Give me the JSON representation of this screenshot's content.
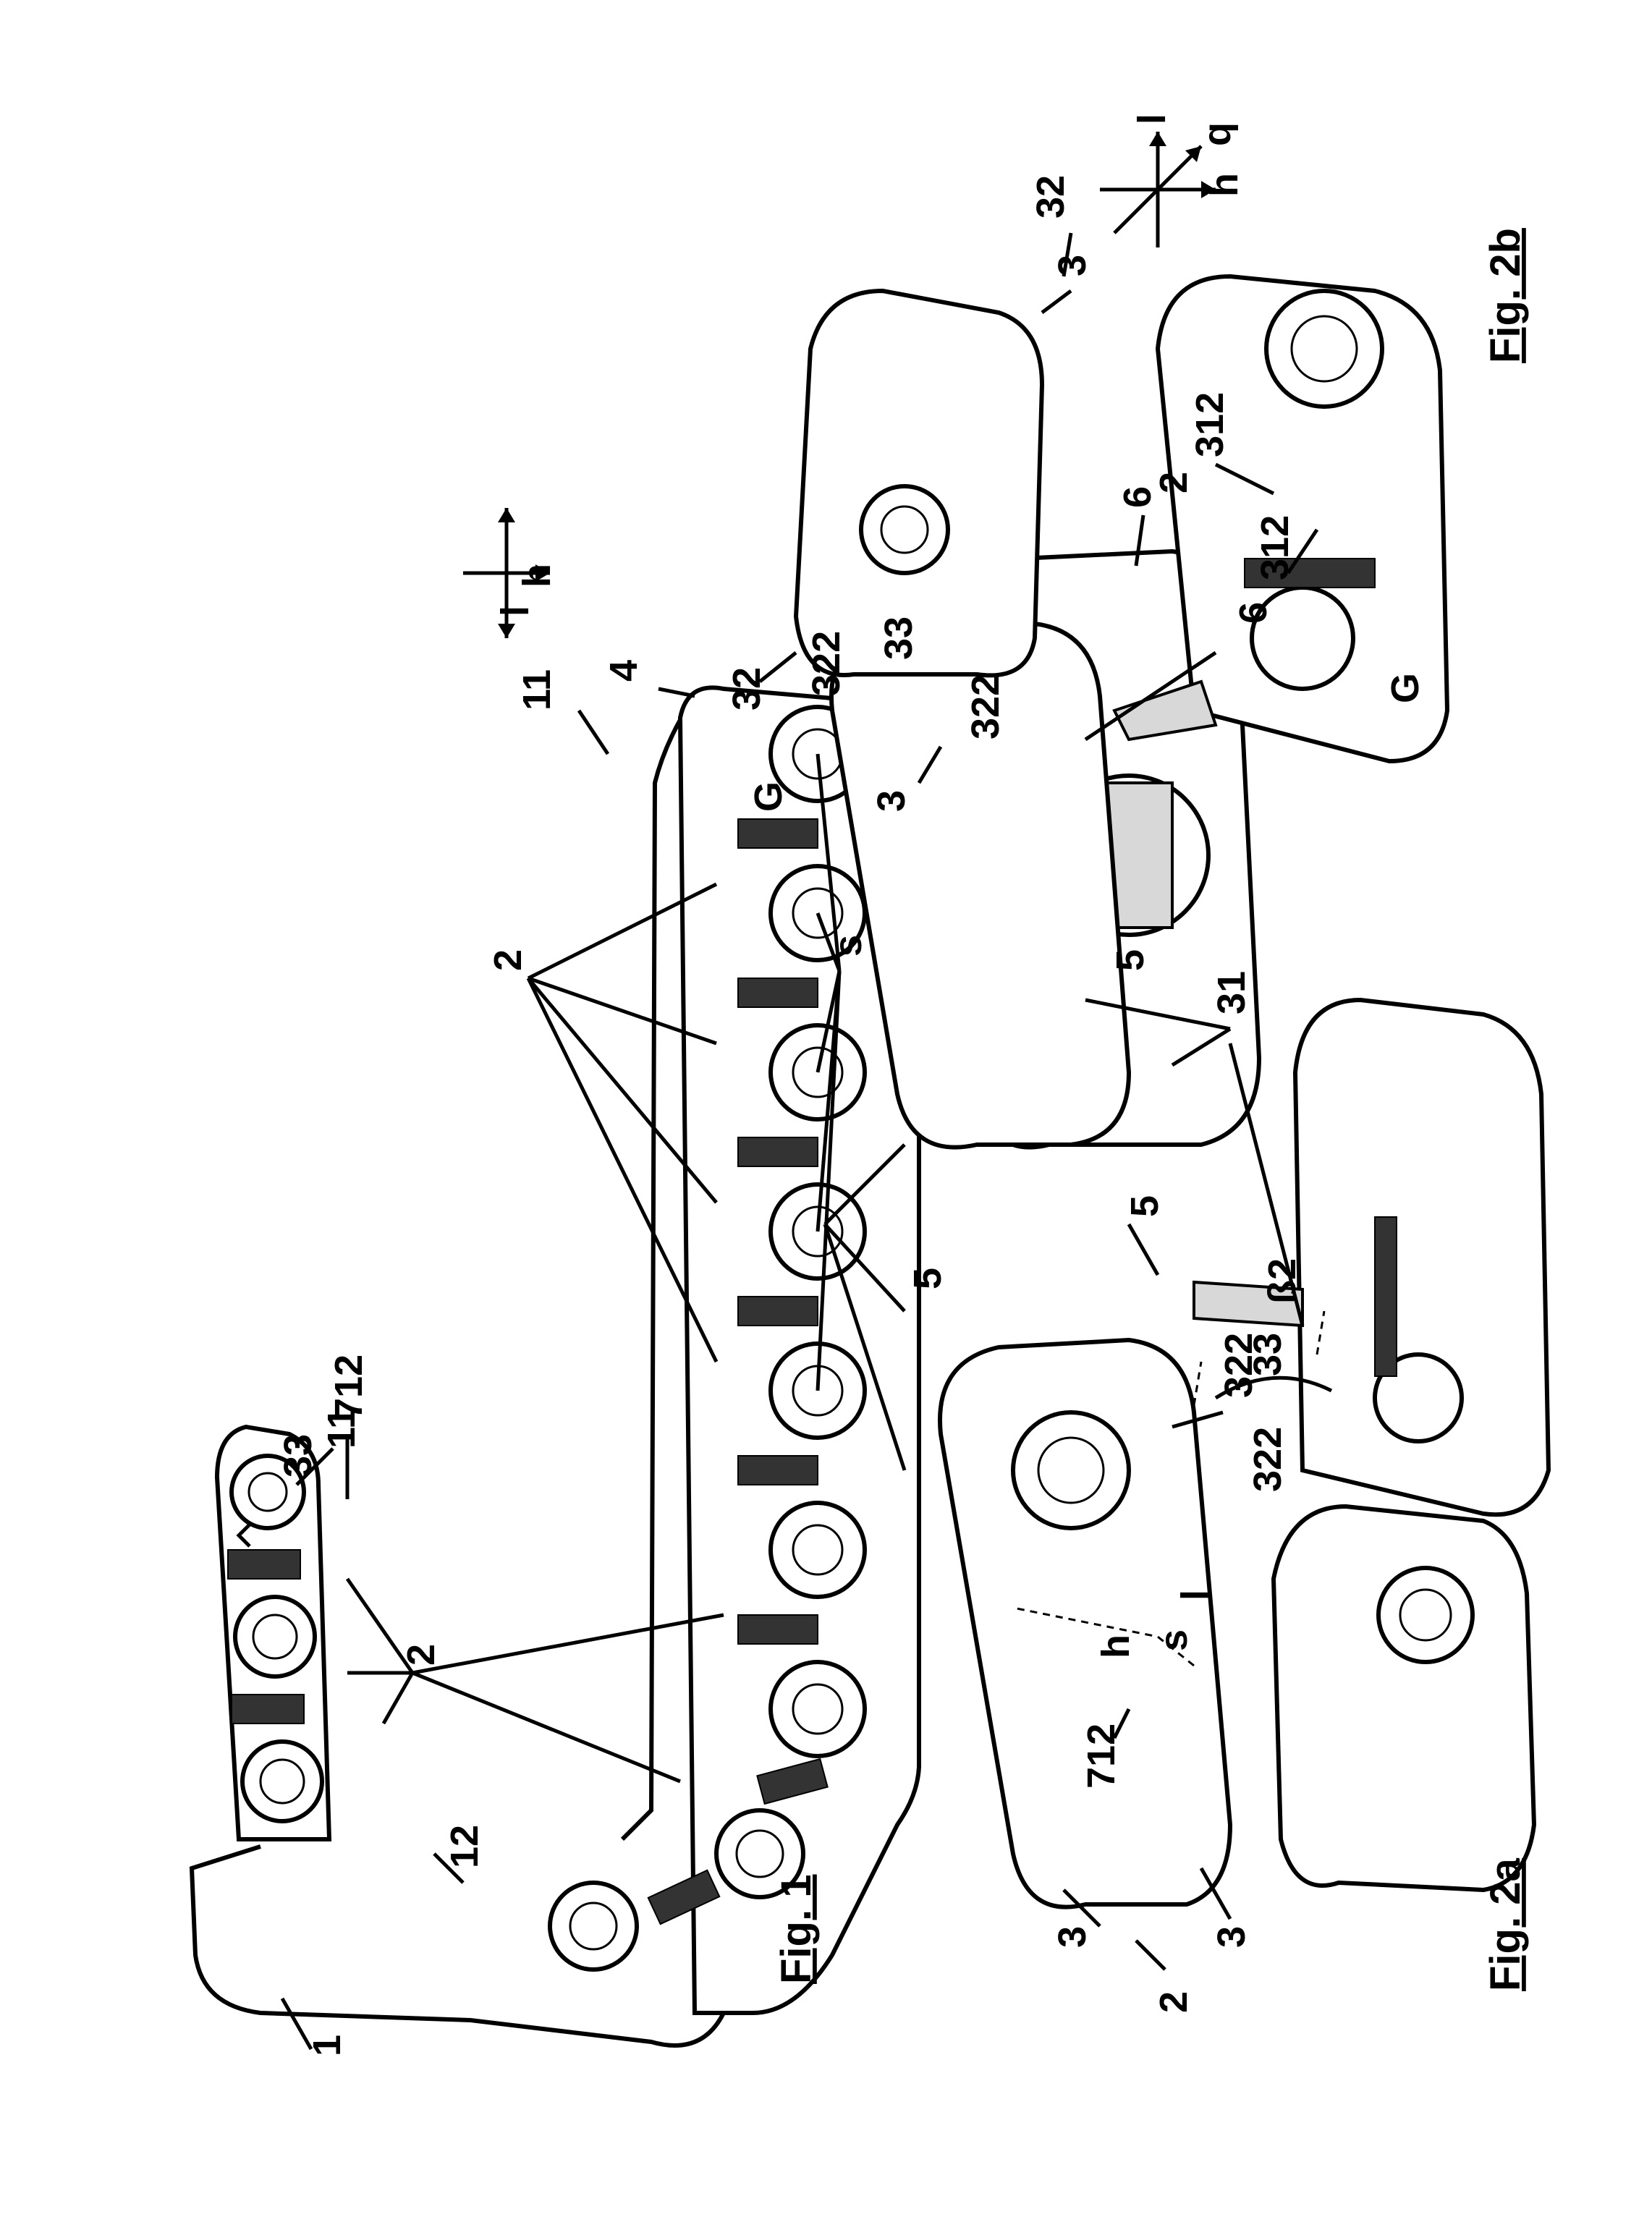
{
  "figures": {
    "fig1": "Fig. 1",
    "fig2a": "Fig. 2a",
    "fig2b": "Fig. 2b"
  },
  "fig1_labels": {
    "chain": "1",
    "end_11_top": "11",
    "end_11_bottom": "11",
    "link_33": "33",
    "item_712": "712",
    "bend_12": "12",
    "item_4": "4",
    "links_2_a": "2",
    "links_2_b": "2",
    "s": "s",
    "item_5": "5",
    "axis_h": "h",
    "axis_l": "l"
  },
  "fig2a_labels": {
    "link_2": "2",
    "part_3_top": "3",
    "part_3_bottom": "3",
    "item_712": "712",
    "plane_h": "h",
    "plane_s": "s",
    "plane_l": "l",
    "item_5": "5",
    "item_322_a": "322",
    "item_322_b": "322",
    "item_33": "33",
    "angle": "ß2"
  },
  "fig2b_labels": {
    "link_2": "2",
    "part_3_a": "3",
    "part_32_a": "32",
    "part_3_b": "3",
    "part_32_b": "32",
    "item_322_a": "322",
    "item_33": "33",
    "item_322_b": "322",
    "item_G_a": "G",
    "item_G_b": "G",
    "item_312_a": "312",
    "item_312_b": "312",
    "item_6_a": "6",
    "item_6_b": "6",
    "item_5": "5",
    "item_31": "31",
    "axis_h": "h",
    "axis_l": "l",
    "axis_q": "q"
  }
}
